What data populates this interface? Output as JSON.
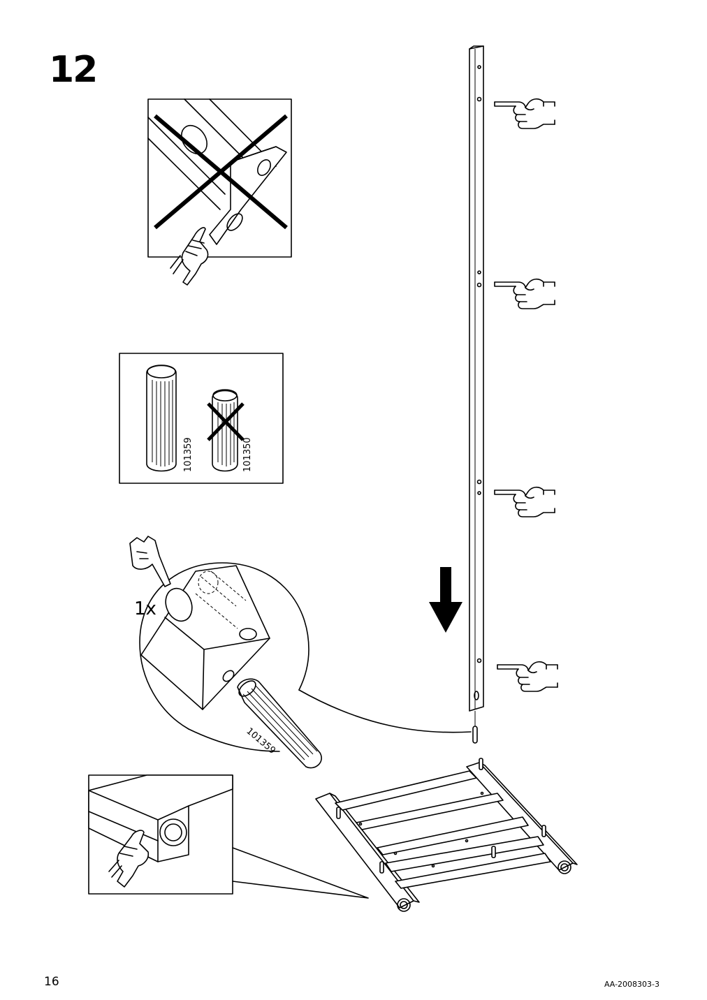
{
  "step": {
    "number": "12"
  },
  "dowels": {
    "correct_code": "101359",
    "wrong_code": "101350"
  },
  "detail": {
    "quantity": "1x",
    "dowel_code": "101359"
  },
  "footer": {
    "page_number": "16",
    "doc_code": "AA-2008303-3"
  }
}
